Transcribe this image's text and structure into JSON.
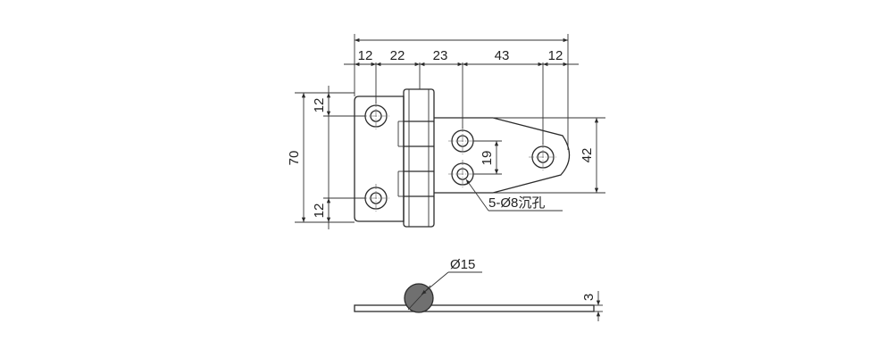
{
  "dimensions": {
    "overall_top": "",
    "top_segments": [
      "12",
      "22",
      "23",
      "43",
      "12"
    ],
    "left_height": "70",
    "left_top_offset": "12",
    "left_bottom_offset": "12",
    "hole_spacing": "19",
    "right_height": "42",
    "hole_callout": "5-Ø8沉孔",
    "knuckle_diameter": "Ø15",
    "thickness": "3"
  },
  "colors": {
    "line": "#2b2b2b",
    "knuckle_fill": "#707070",
    "background": "#ffffff"
  }
}
